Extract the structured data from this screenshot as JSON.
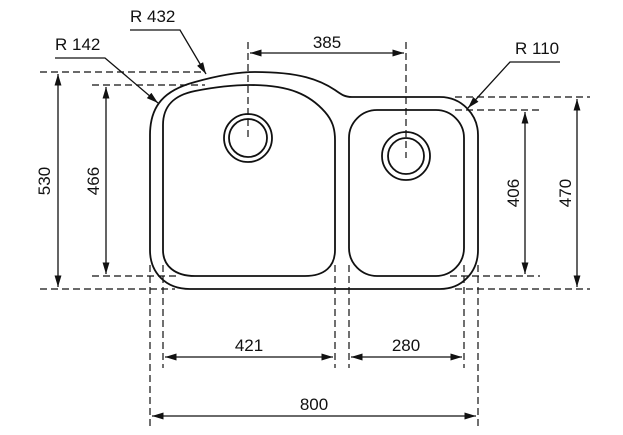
{
  "dimensions": {
    "radius_top_arc": "R 432",
    "radius_left_corner": "R 142",
    "radius_right_corner": "R 110",
    "drain_spacing": "385",
    "overall_depth": "530",
    "large_bowl_depth": "466",
    "small_bowl_depth": "406",
    "small_side_depth": "470",
    "large_bowl_width": "421",
    "small_bowl_width": "280",
    "overall_width": "800"
  }
}
